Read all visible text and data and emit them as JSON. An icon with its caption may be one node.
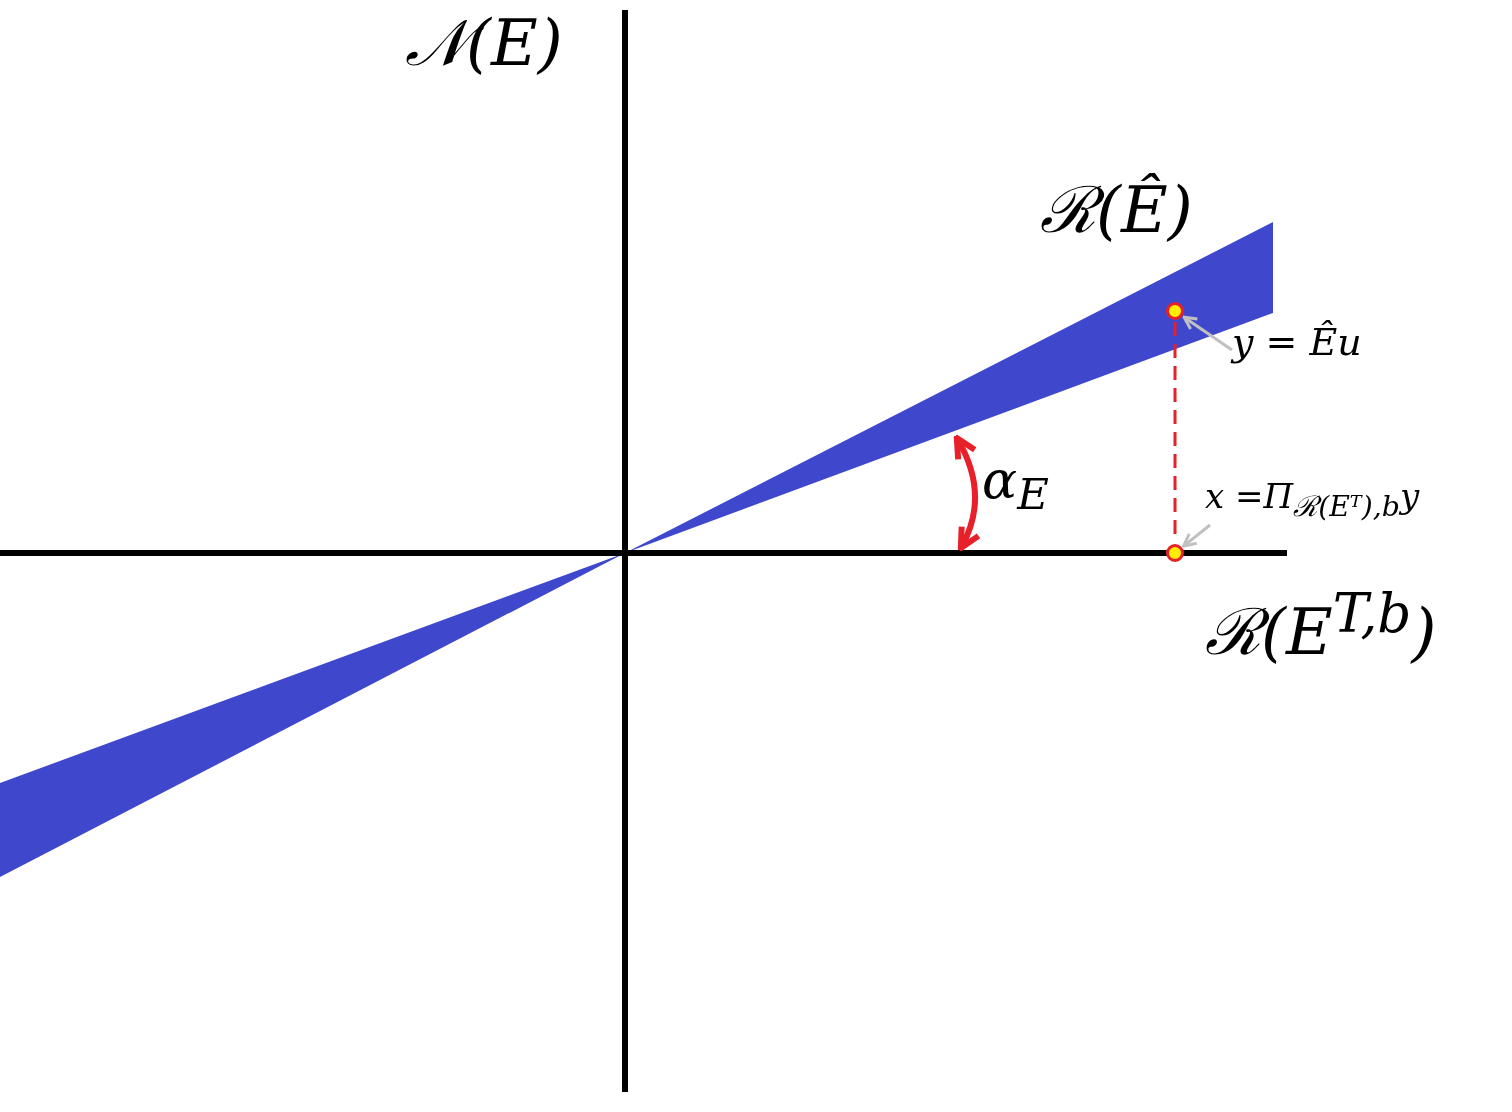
{
  "diagram": {
    "nodes": [
      {
        "text": [],
        "shape": "circle"
      },
      {
        "text": [],
        "shape": "circle"
      },
      {
        "text": [
          "y = Êu"
        ]
      },
      {
        "text": [
          "x =Π$_{ℛ(Eᵀ),b}$y"
        ]
      }
    ],
    "edges": [
      {
        "from": 2,
        "to": 0,
        "arrow": "to"
      },
      {
        "from": 3,
        "to": 1,
        "arrow": "to"
      },
      {
        "from": 0,
        "to": 1,
        "arrow": "none",
        "style": "dashed",
        "color": "#e8202a"
      }
    ],
    "labels": [
      "𝒩(E)",
      "ℛ(Ê)",
      "α$_{E}$",
      "ℛ(E$^{T,b}$)"
    ]
  }
}
